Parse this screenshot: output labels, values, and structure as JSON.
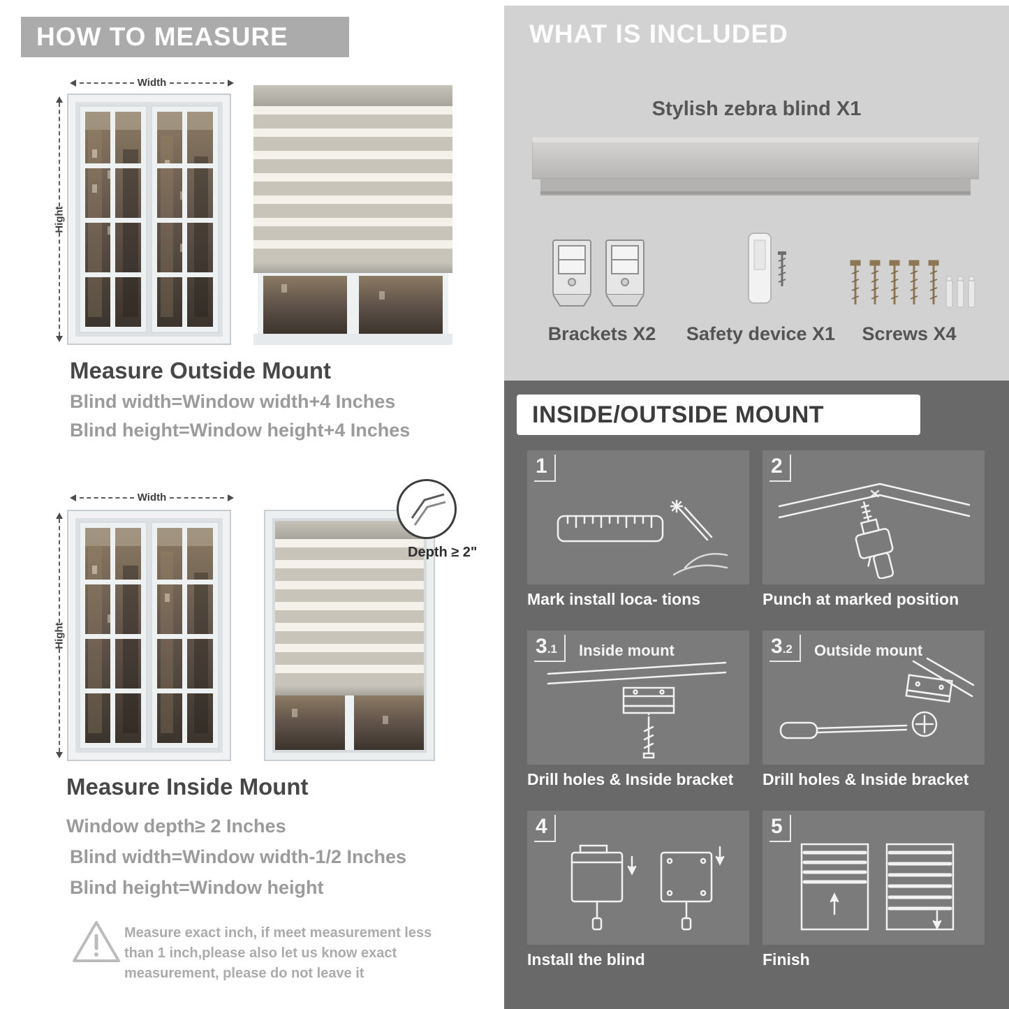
{
  "colors": {
    "banner_gray": "#ababab",
    "light_panel": "#d2d2d2",
    "dark_panel": "#696969",
    "heading_dark": "#474747",
    "body_gray": "#9b9b9b"
  },
  "left": {
    "banner": "HOW TO MEASURE",
    "outside": {
      "width_label": "Width",
      "height_label": "Hight",
      "heading": "Measure Outside Mount",
      "lines": [
        "Blind width=Window width+4 Inches",
        "Blind height=Window height+4 Inches"
      ]
    },
    "inside": {
      "width_label": "Width",
      "height_label": "Hight",
      "depth_label": "Depth ≥ 2\"",
      "heading": "Measure Inside Mount",
      "lines": [
        "Window depth≥ 2 Inches",
        "Blind width=Window width-1/2 Inches",
        "Blind height=Window height"
      ]
    },
    "warning": {
      "icon": "warning-triangle-icon",
      "text": "Measure exact inch, if meet measurement less than 1 inch,please also let us know exact measurement, please do not leave it"
    }
  },
  "right": {
    "included": {
      "title": "WHAT IS INCLUDED",
      "blind_label": "Stylish zebra blind X1",
      "items": [
        {
          "label": "Brackets X2",
          "icon": "brackets-icon"
        },
        {
          "label": "Safety device X1",
          "icon": "safety-device-icon"
        },
        {
          "label": "Screws X4",
          "icon": "screws-icon"
        }
      ]
    },
    "mount": {
      "title": "INSIDE/OUTSIDE MOUNT",
      "steps": [
        {
          "num": "1",
          "label": "",
          "caption": "Mark install loca- tions"
        },
        {
          "num": "2",
          "label": "",
          "caption": "Punch at  marked position"
        },
        {
          "num": "3",
          "sub": ".1",
          "label": "Inside mount",
          "caption": "Drill holes &  Inside bracket"
        },
        {
          "num": "3",
          "sub": ".2",
          "label": "Outside mount",
          "caption": "Drill holes &  Inside bracket"
        },
        {
          "num": "4",
          "label": "",
          "caption": "Install the blind"
        },
        {
          "num": "5",
          "label": "",
          "caption": "Finish"
        }
      ]
    }
  }
}
